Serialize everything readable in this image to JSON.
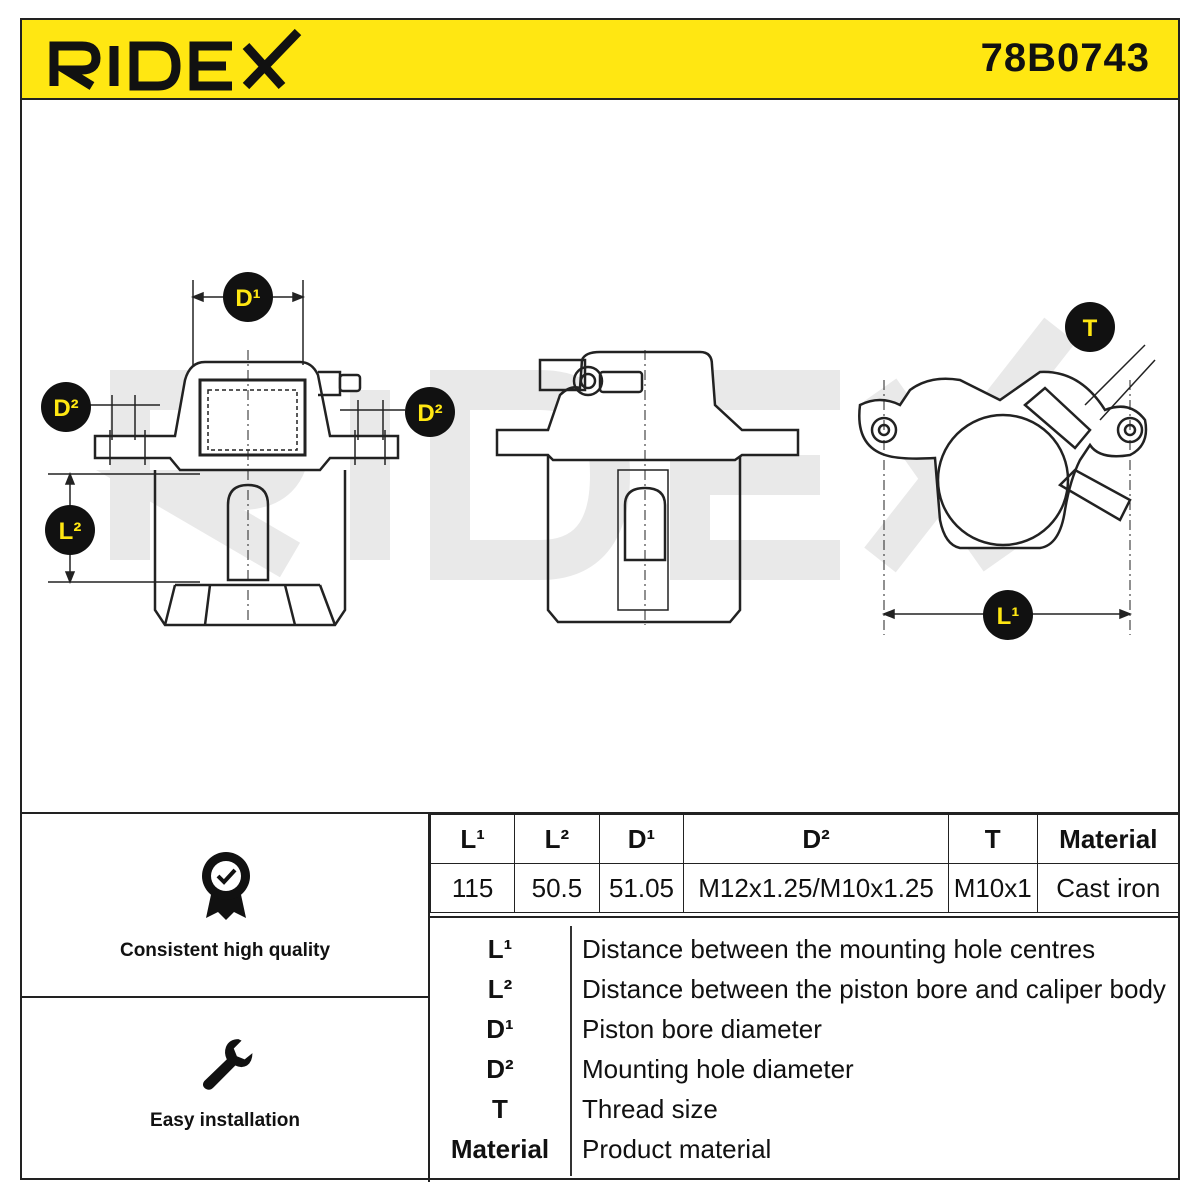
{
  "header": {
    "brand": "RIDEX",
    "part_number": "78B0743"
  },
  "drawing": {
    "labels": {
      "d1": "D¹",
      "d2_left": "D²",
      "d2_right": "D²",
      "l2": "L²",
      "l1": "L¹",
      "t": "T"
    },
    "watermark": "RIDEX"
  },
  "features": [
    {
      "label": "Consistent high quality",
      "icon": "quality-badge-icon"
    },
    {
      "label": "Easy installation",
      "icon": "wrench-icon"
    }
  ],
  "spec_table": {
    "headers": [
      "L¹",
      "L²",
      "D¹",
      "D²",
      "T",
      "Material"
    ],
    "values": [
      "115",
      "50.5",
      "51.05",
      "M12x1.25/M10x1.25",
      "M10x1",
      "Cast iron"
    ]
  },
  "legend": [
    {
      "symbol": "L¹",
      "description": "Distance between the mounting hole centres"
    },
    {
      "symbol": "L²",
      "description": "Distance between the piston bore and caliper body"
    },
    {
      "symbol": "D¹",
      "description": "Piston bore diameter"
    },
    {
      "symbol": "D²",
      "description": "Mounting hole diameter"
    },
    {
      "symbol": "T",
      "description": "Thread size"
    },
    {
      "symbol": "Material",
      "description": "Product material"
    }
  ],
  "colors": {
    "header_bg": "#ffe712",
    "marker_bg": "#111111",
    "marker_text": "#ffe712"
  }
}
